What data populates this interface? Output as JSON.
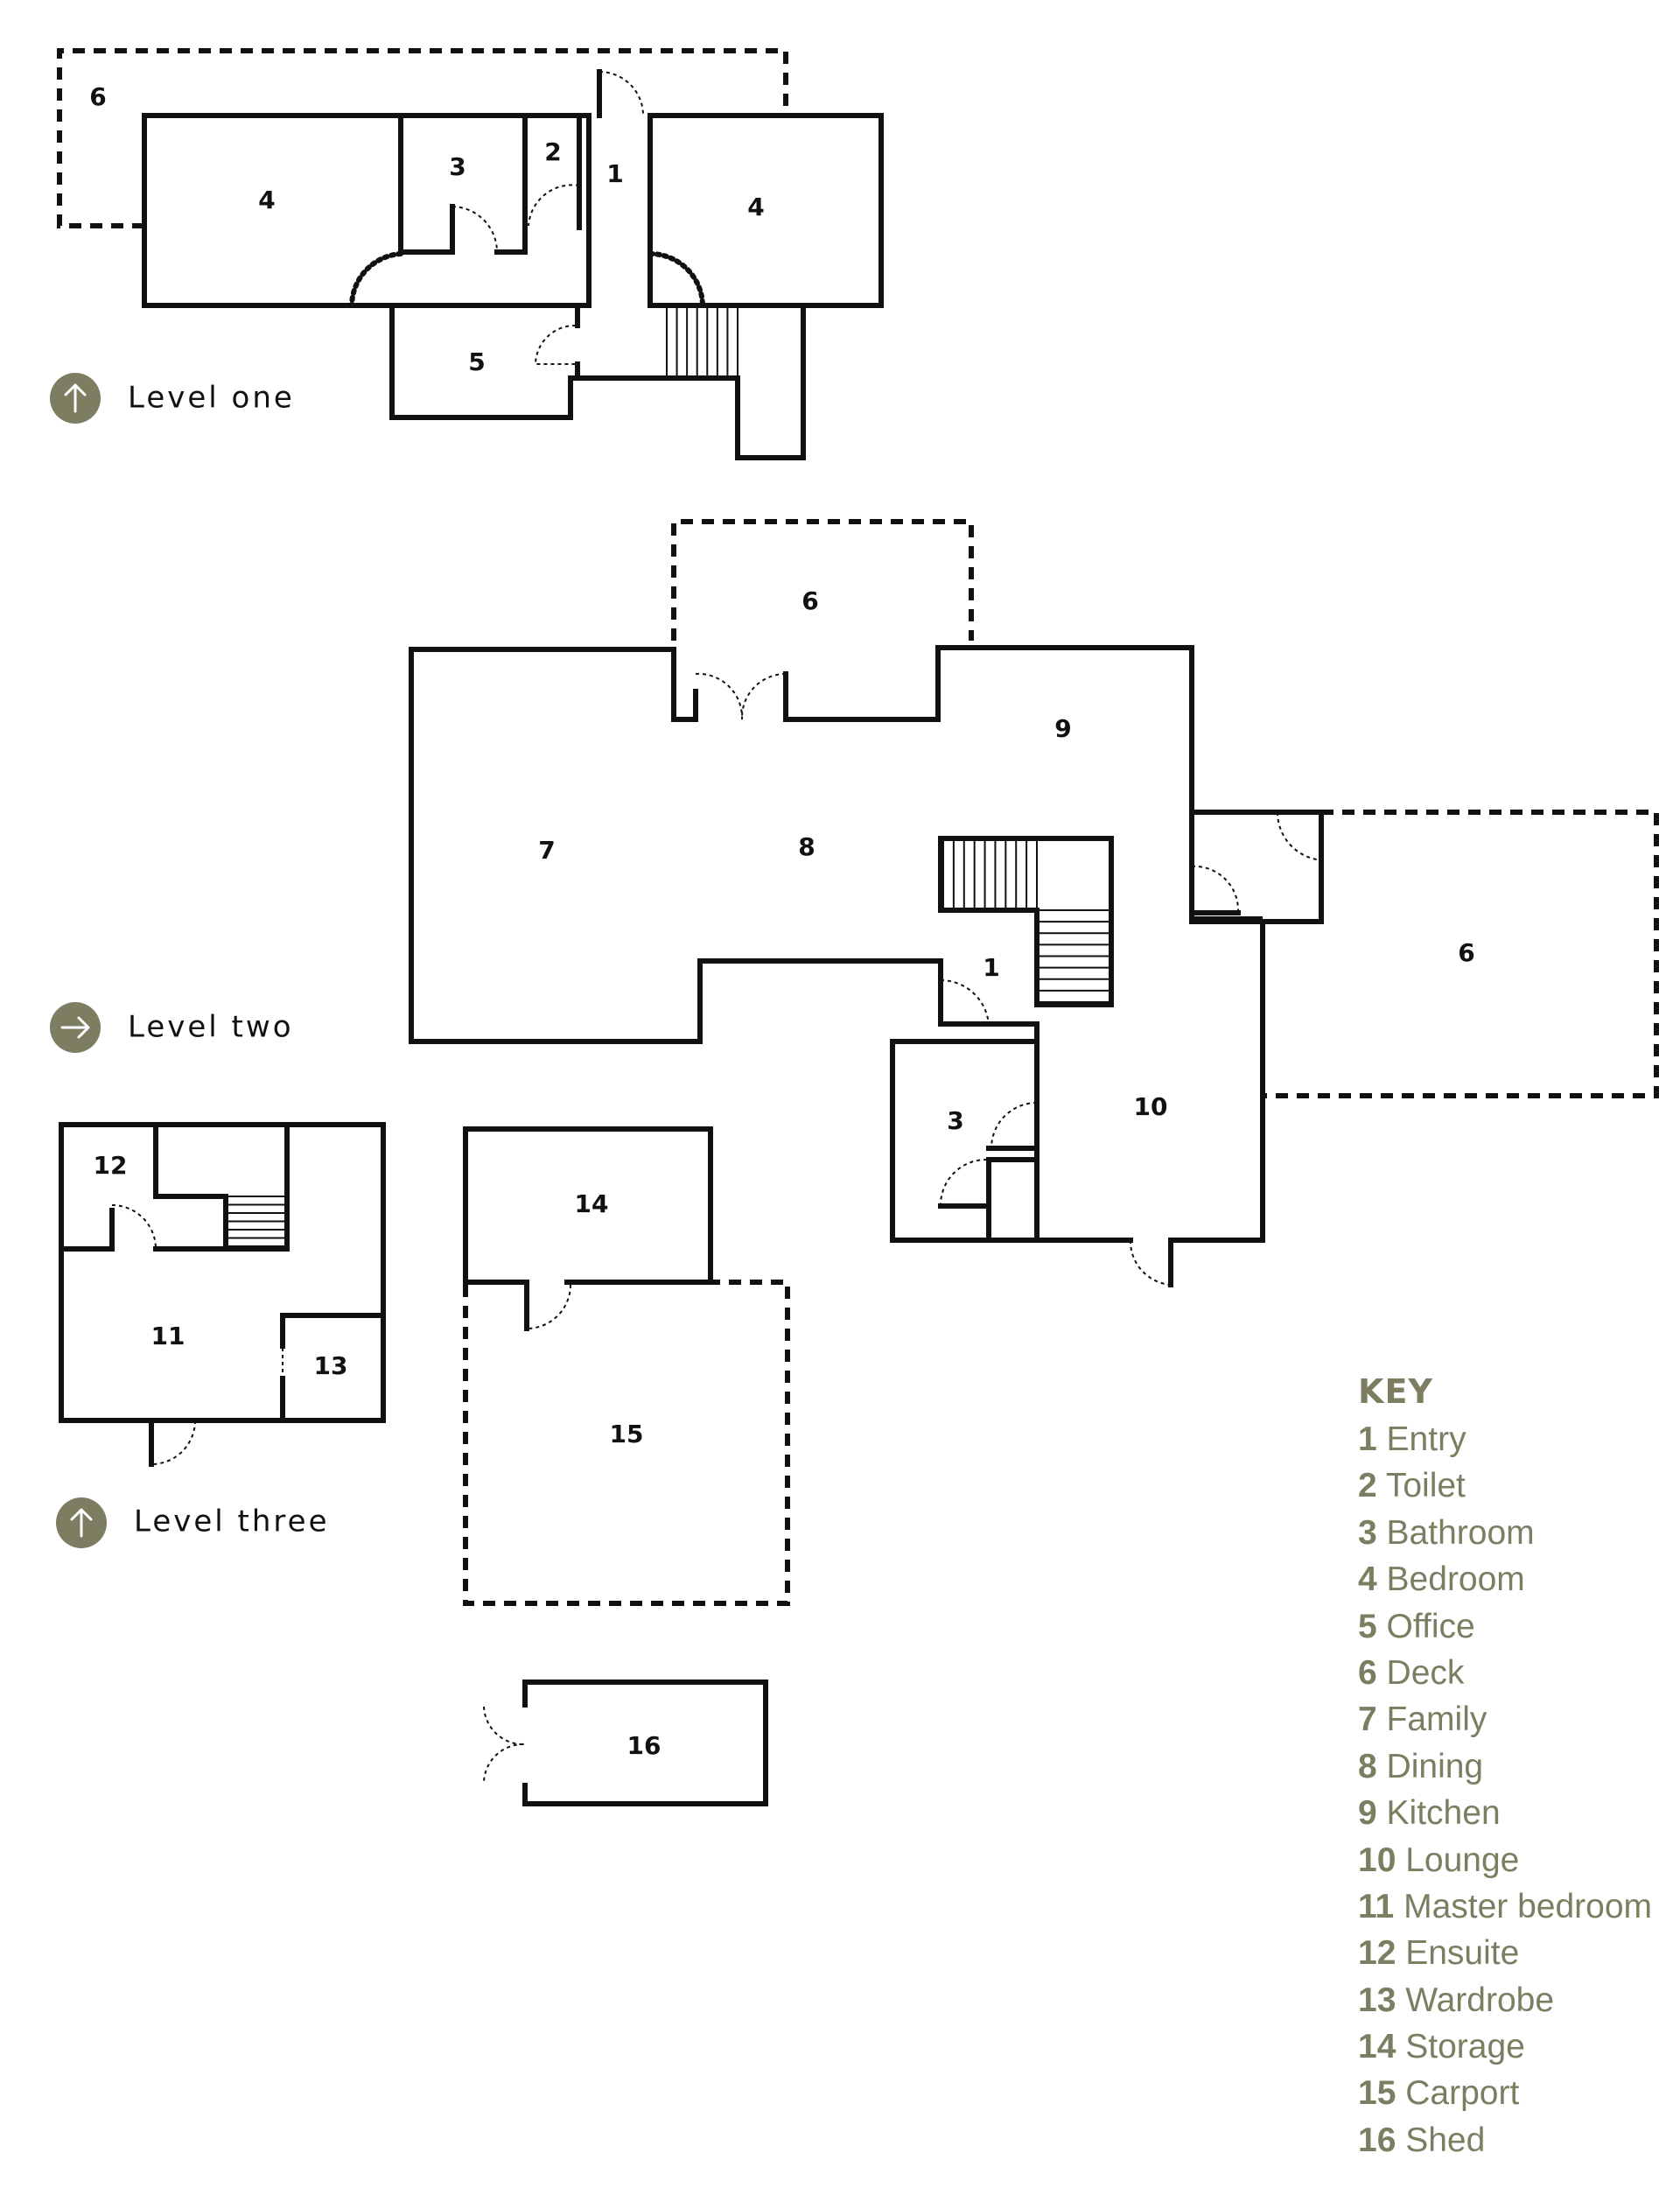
{
  "colors": {
    "wall": "#111111",
    "accent": "#7d7d62",
    "background": "#ffffff"
  },
  "levels": {
    "one": {
      "label": "Level one",
      "icon": "arrow-up-icon"
    },
    "two": {
      "label": "Level two",
      "icon": "arrow-right-icon"
    },
    "three": {
      "label": "Level three",
      "icon": "arrow-up-icon"
    }
  },
  "rooms": {
    "l1_deck": "6",
    "l1_bed_left": "4",
    "l1_bath": "3",
    "l1_toilet": "2",
    "l1_entry": "1",
    "l1_bed_right": "4",
    "l1_office": "5",
    "l2_deck_top": "6",
    "l2_family": "7",
    "l2_dining": "8",
    "l2_kitchen": "9",
    "l2_deck_right": "6",
    "l2_entry": "1",
    "l2_bath": "3",
    "l2_lounge": "10",
    "l3_ensuite": "12",
    "l3_master": "11",
    "l3_wardrobe": "13",
    "storage": "14",
    "carport": "15",
    "shed": "16"
  },
  "key": {
    "title": "KEY",
    "items": [
      {
        "num": "1",
        "name": "Entry"
      },
      {
        "num": "2",
        "name": "Toilet"
      },
      {
        "num": "3",
        "name": "Bathroom"
      },
      {
        "num": "4",
        "name": "Bedroom"
      },
      {
        "num": "5",
        "name": "Office"
      },
      {
        "num": "6",
        "name": "Deck"
      },
      {
        "num": "7",
        "name": "Family"
      },
      {
        "num": "8",
        "name": "Dining"
      },
      {
        "num": "9",
        "name": "Kitchen"
      },
      {
        "num": "10",
        "name": "Lounge"
      },
      {
        "num": "11",
        "name": "Master bedroom"
      },
      {
        "num": "12",
        "name": "Ensuite"
      },
      {
        "num": "13",
        "name": "Wardrobe"
      },
      {
        "num": "14",
        "name": "Storage"
      },
      {
        "num": "15",
        "name": "Carport"
      },
      {
        "num": "16",
        "name": "Shed"
      }
    ]
  }
}
